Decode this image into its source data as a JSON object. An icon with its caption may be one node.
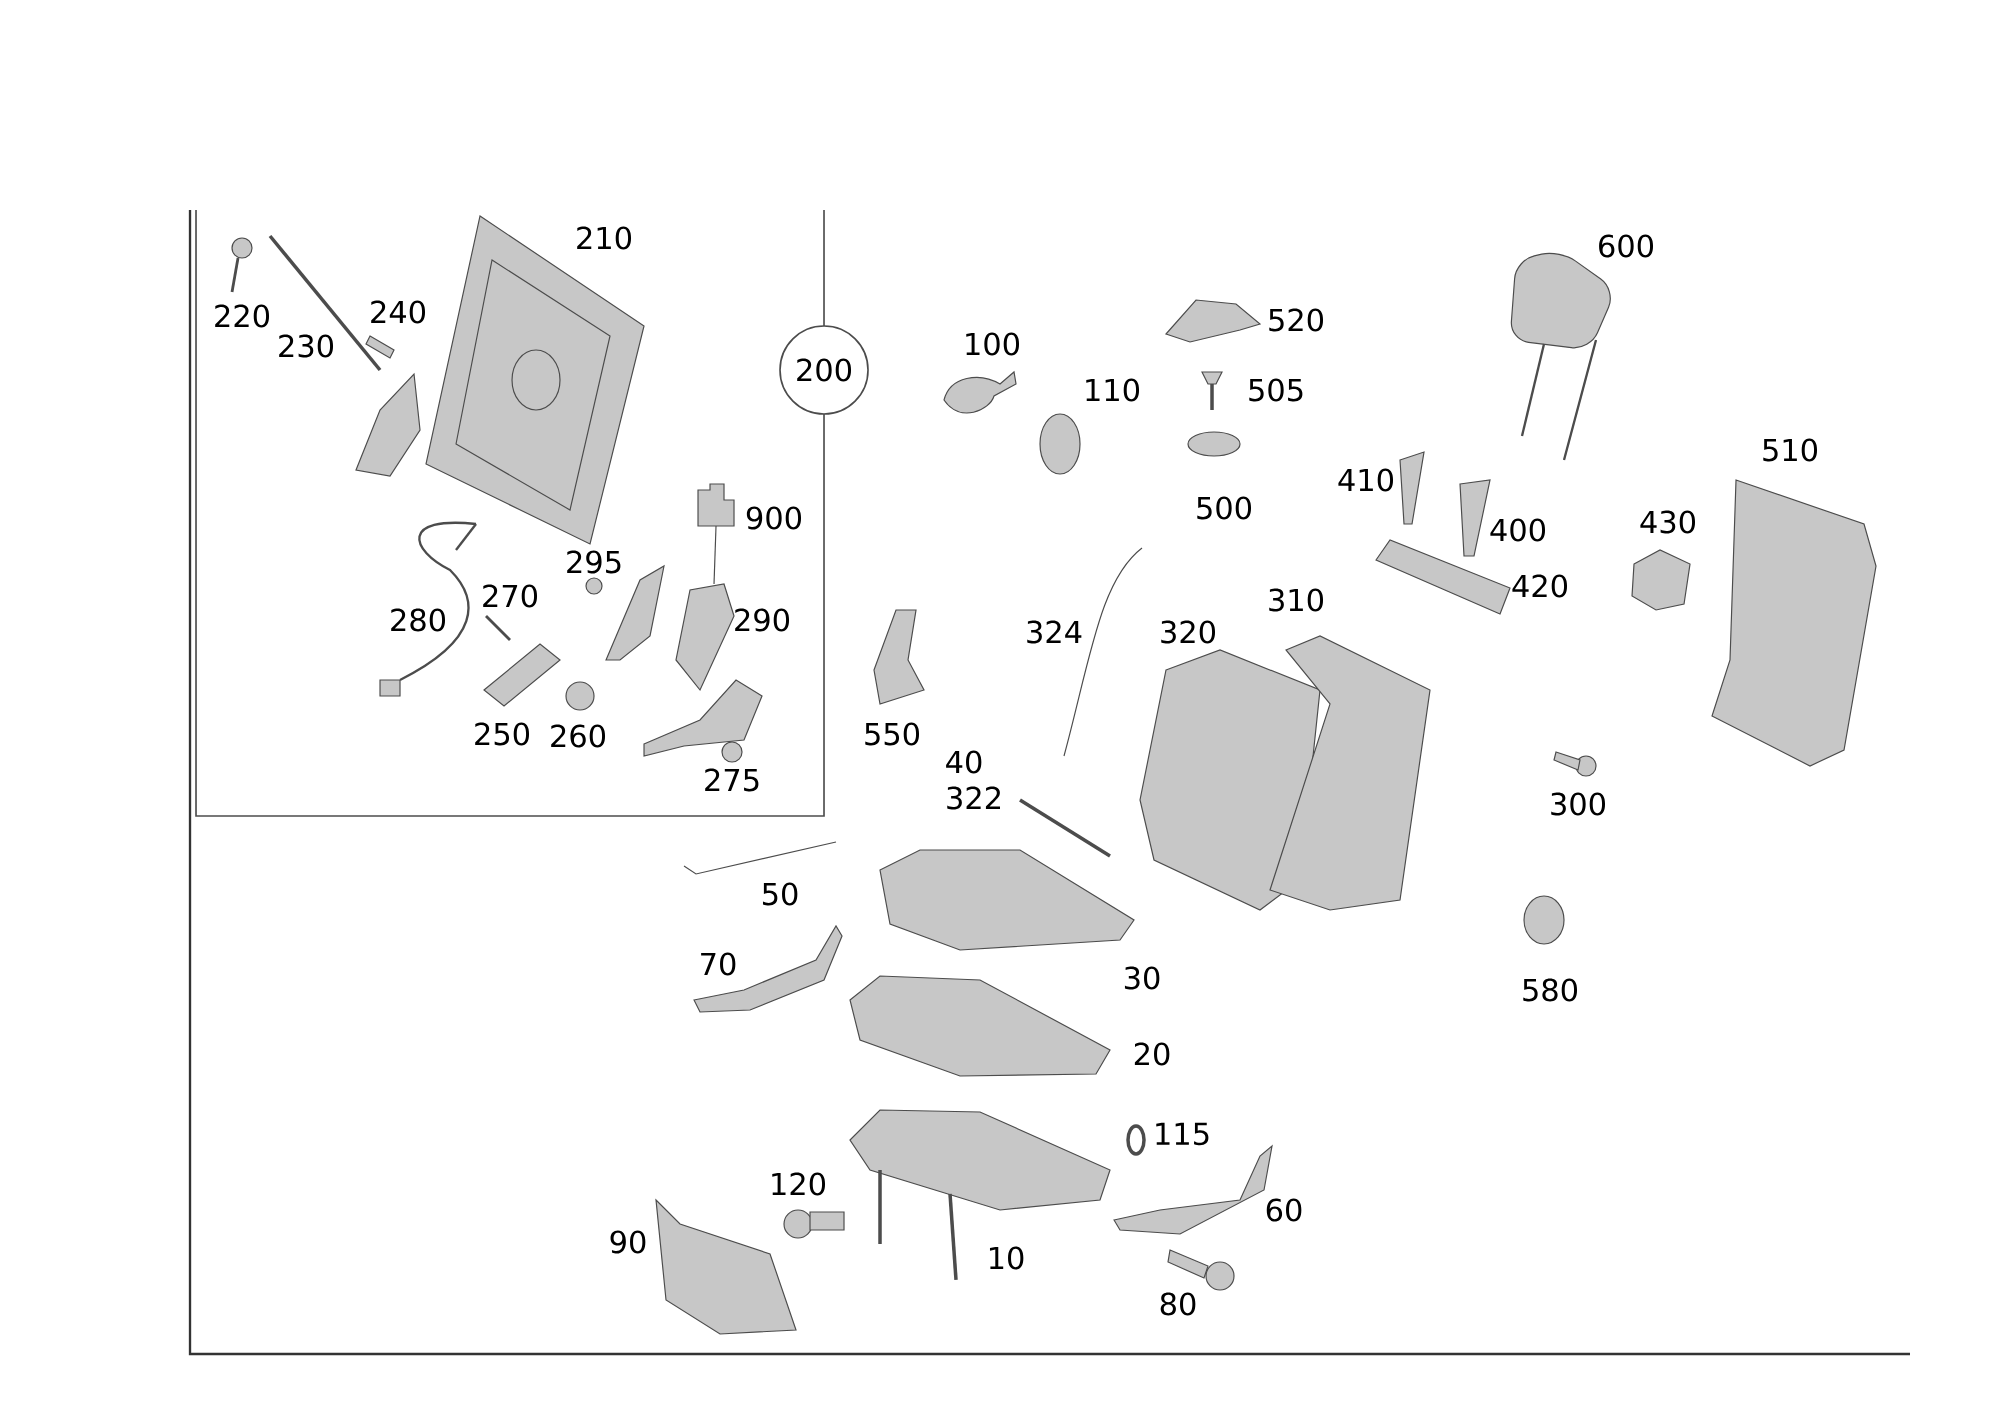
{
  "diagram": {
    "nodes": [
      {
        "text": [
          "200"
        ]
      }
    ],
    "labels": [
      "210",
      "600",
      "220",
      "240",
      "520",
      "230",
      "100",
      "110",
      "505",
      "510",
      "410",
      "500",
      "900",
      "400",
      "430",
      "295",
      "420",
      "270",
      "310",
      "280",
      "290",
      "324",
      "320",
      "250",
      "260",
      "550",
      "40",
      "275",
      "322",
      "300",
      "50",
      "70",
      "30",
      "580",
      "20",
      "115",
      "120",
      "60",
      "90",
      "10",
      "80"
    ]
  }
}
